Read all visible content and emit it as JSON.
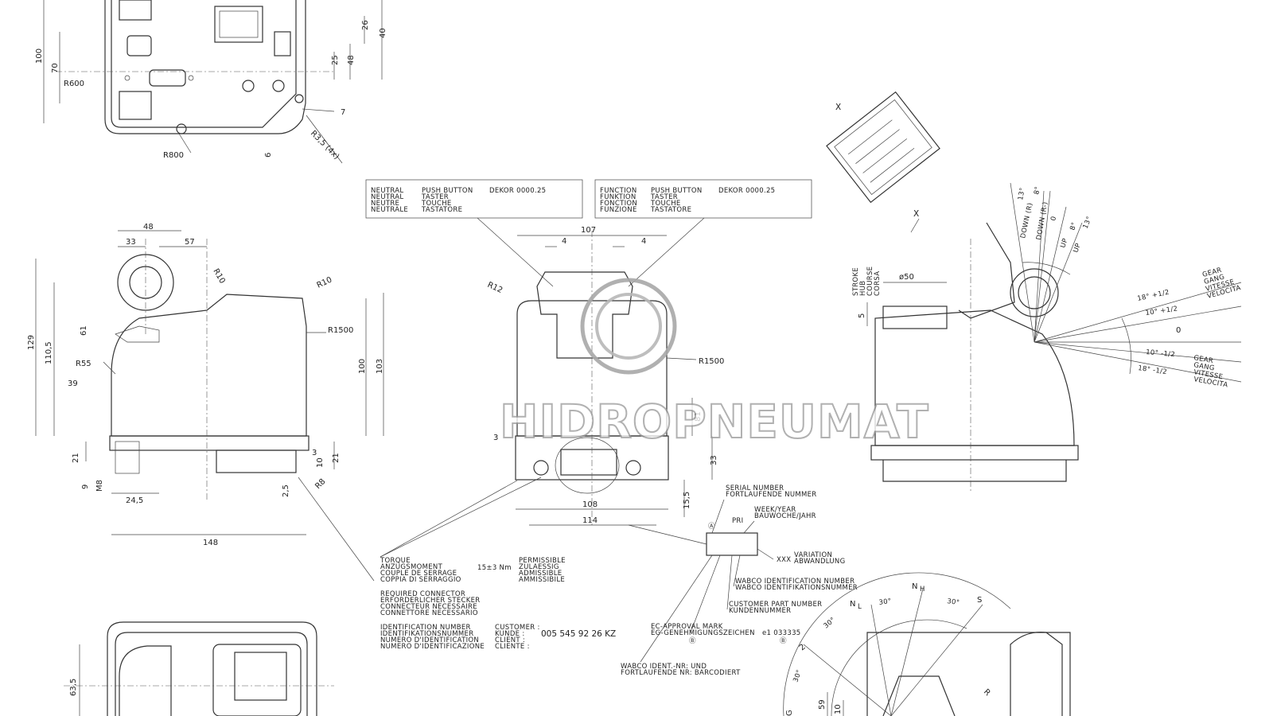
{
  "watermark": "HIDROPNEUMAT",
  "top_view": {
    "dims": [
      "100",
      "70",
      "R600",
      "R800",
      "26",
      "40",
      "25",
      "48",
      "7",
      "R3,5 (4x)",
      "6"
    ]
  },
  "side_view": {
    "dims": [
      "48",
      "33",
      "57",
      "R10",
      "R10",
      "R1500",
      "129",
      "110,5",
      "61",
      "R55",
      "39",
      "100",
      "103",
      "21",
      "3",
      "21",
      "10",
      "9",
      "M8",
      "24,5",
      "2,5",
      "R8",
      "148"
    ]
  },
  "front_view": {
    "dims": [
      "107",
      "4",
      "4",
      "R12",
      "R1500",
      "3",
      "81",
      "33",
      "15,5",
      "108",
      "114"
    ]
  },
  "right_view": {
    "dims": [
      "X",
      "X",
      "DOWN (R)",
      "DOWN (R-)",
      "UP",
      "UP",
      "13°",
      "8°",
      "0",
      "8°",
      "13°",
      "ø50",
      "STROKE",
      "HUB",
      "COURSE",
      "CORSA",
      "5",
      "18° +1/2",
      "10° +1/2",
      "GEAR",
      "GANG",
      "VITESSE",
      "VELOCITA",
      "0",
      "10° -1/2",
      "18° -1/2",
      "GEAR",
      "GANG",
      "VITESSE",
      "VELOCITA"
    ]
  },
  "neutral_box": {
    "col1": [
      "NEUTRAL",
      "NEUTRAL",
      "NEUTRE",
      "NEUTRALE"
    ],
    "col2": [
      "PUSH BUTTON",
      "TASTER",
      "TOUCHE",
      "TASTATORE"
    ],
    "decor": "DEKOR 0000.25"
  },
  "function_box": {
    "col1": [
      "FUNCTION",
      "FUNKTION",
      "FONCTION",
      "FUNZIONE"
    ],
    "col2": [
      "PUSH BUTTON",
      "TASTER",
      "TOUCHE",
      "TASTATORE"
    ],
    "decor": "DEKOR 0000.25"
  },
  "notes": {
    "torque_label": [
      "TORQUE",
      "ANZUGSMOMENT",
      "COUPLE DE SERRAGE",
      "COPPIA DI SERRAGGIO"
    ],
    "torque_value": "15±3 Nm",
    "torque_perm": [
      "PERMISSIBLE",
      "ZULAESSIG",
      "ADMISSIBLE",
      "AMMISSIBILE"
    ],
    "connector": [
      "REQUIRED CONNECTOR",
      "ERFORDERLICHER STECKER",
      "CONNECTEUR NECESSAIRE",
      "CONNETTORE NECESSARIO"
    ],
    "ident_label": [
      "IDENTIFICATION NUMBER",
      "IDENTIFIKATIONSNUMMER",
      "NUMERO D'IDENTIFICATION",
      "NUMERO D'IDENTIFICAZIONE"
    ],
    "customer_label": [
      "CUSTOMER :",
      "KUNDE :",
      "CLIENT :",
      "CLIENTE :"
    ],
    "ident_value": "005 545 92 26 KZ",
    "serial": [
      "SERIAL NUMBER",
      "FORTLAUFENDE NUMMER"
    ],
    "pri": "PRI",
    "week": [
      "WEEK/YEAR",
      "BAUWOCHE/JAHR"
    ],
    "xxx": "XXX",
    "variation": [
      "VARIATION",
      "ABWANDLUNG"
    ],
    "wabco_id": [
      "WABCO IDENTIFICATION NUMBER",
      "WABCO IDENTIFIKATIONSNUMMER"
    ],
    "customer_part": [
      "CUSTOMER PART NUMBER",
      "KUNDENNUMMER"
    ],
    "ec": [
      "EC-APPROVAL MARK",
      "EG-GENEHMIGUNGSZEICHEN"
    ],
    "ec_value": "e1 033335",
    "barcode": [
      "WABCO IDENT.-NR: UND",
      "FORTLAUFENDE NR: BARCODIERT"
    ],
    "mark_a": "Ⓐ",
    "mark_b": "Ⓑ"
  },
  "bottom_right": {
    "dims": [
      "N",
      "H",
      "30°",
      "30°",
      "N",
      "L",
      "S",
      "30°",
      "2",
      "30°",
      "G",
      "59",
      "10",
      "R"
    ]
  },
  "bottom_left": {
    "dims": [
      "63,5"
    ]
  }
}
